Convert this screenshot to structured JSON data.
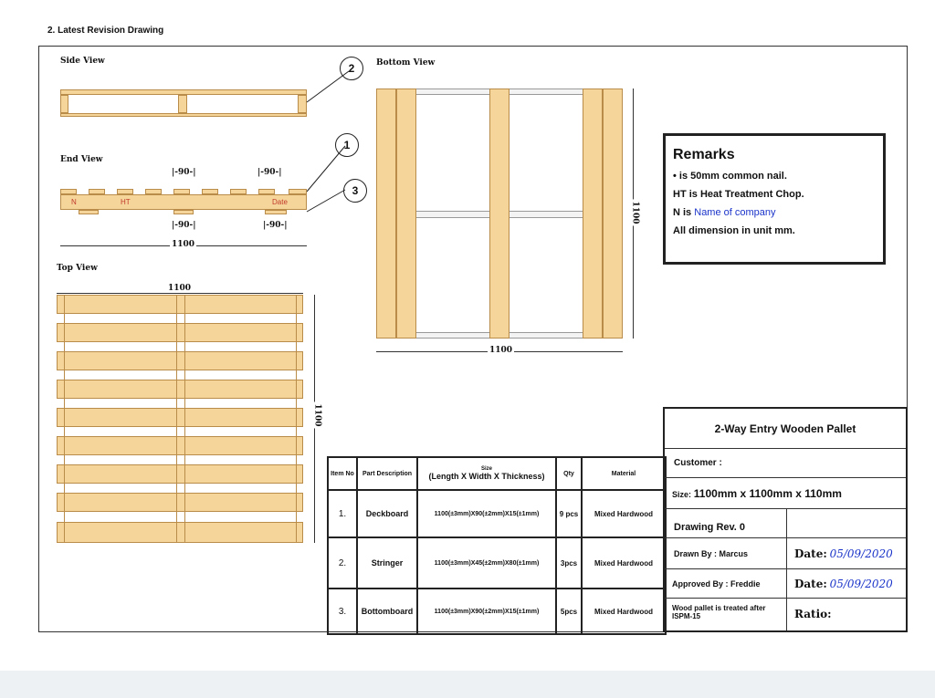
{
  "heading": "2. Latest Revision Drawing",
  "views": {
    "side": "Side View",
    "bottom": "Bottom View",
    "end": "End View",
    "top": "Top View"
  },
  "dims": {
    "d1100": "1100",
    "d90": "90"
  },
  "end_labels": {
    "n": "N",
    "ht": "HT",
    "date": "Date"
  },
  "callouts": [
    "1",
    "2",
    "3"
  ],
  "remarks": {
    "title": "Remarks",
    "l1": "is 50mm common nail.",
    "l2": "HT is Heat Treatment Chop.",
    "l3": "N is",
    "l3_blue": "Name of company",
    "l4": "All dimension in unit mm."
  },
  "table": {
    "headers": [
      "Item No",
      "Part Description",
      "Size",
      "(Length X Width X Thickness)",
      "Qty",
      "Material"
    ],
    "rows": [
      {
        "no": "1.",
        "desc": "Deckboard",
        "size": "1100(±3mm)X90(±2mm)X15(±1mm)",
        "qty": "9 pcs",
        "mat": "Mixed Hardwood"
      },
      {
        "no": "2.",
        "desc": "Stringer",
        "size": "1100(±3mm)X45(±2mm)X80(±1mm)",
        "qty": "3pcs",
        "mat": "Mixed Hardwood"
      },
      {
        "no": "3.",
        "desc": "Bottomboard",
        "size": "1100(±3mm)X90(±2mm)X15(±1mm)",
        "qty": "5pcs",
        "mat": "Mixed Hardwood"
      }
    ]
  },
  "title_block": {
    "title": "2-Way Entry Wooden Pallet",
    "customer": "Customer :",
    "size_label": "Size:",
    "size_value": "1100mm x 1100mm x 110mm",
    "drawing_rev": "Drawing Rev. 0",
    "drawn_by": "Drawn By : Marcus",
    "approved_by": "Approved By : Freddie",
    "date_label": "Date:",
    "date1": "05/09/2020",
    "date2": "05/09/2020",
    "note": "Wood pallet is treated after ISPM-15",
    "ratio": "Ratio:"
  }
}
